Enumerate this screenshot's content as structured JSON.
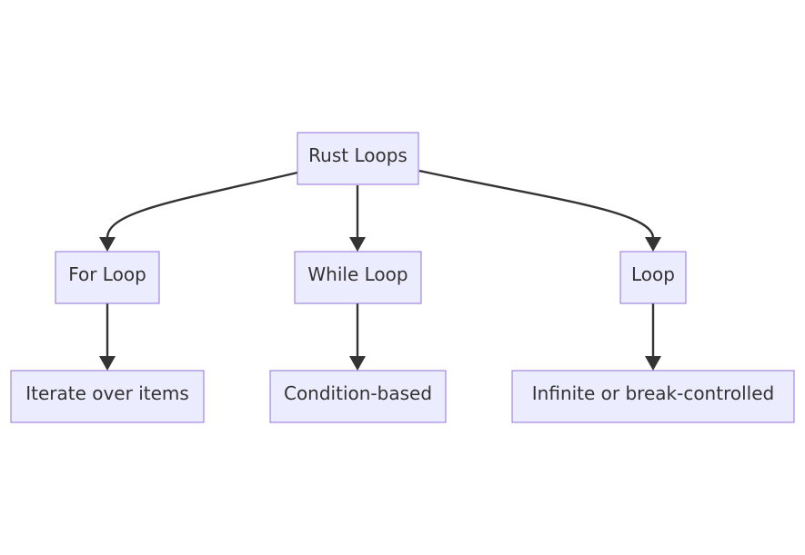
{
  "diagram": {
    "type": "flowchart",
    "direction": "top-down",
    "colors": {
      "node_fill": "#ECECFF",
      "node_stroke": "#9370DB",
      "edge": "#333333",
      "text": "#333333"
    },
    "nodes": {
      "root": "Rust Loops",
      "for_loop": "For Loop",
      "while_loop": "While Loop",
      "loop": "Loop",
      "iterate": "Iterate over items",
      "condition": "Condition-based",
      "infinite": "Infinite or break-controlled"
    },
    "edges": [
      {
        "from": "root",
        "to": "for_loop"
      },
      {
        "from": "root",
        "to": "while_loop"
      },
      {
        "from": "root",
        "to": "loop"
      },
      {
        "from": "for_loop",
        "to": "iterate"
      },
      {
        "from": "while_loop",
        "to": "condition"
      },
      {
        "from": "loop",
        "to": "infinite"
      }
    ]
  }
}
